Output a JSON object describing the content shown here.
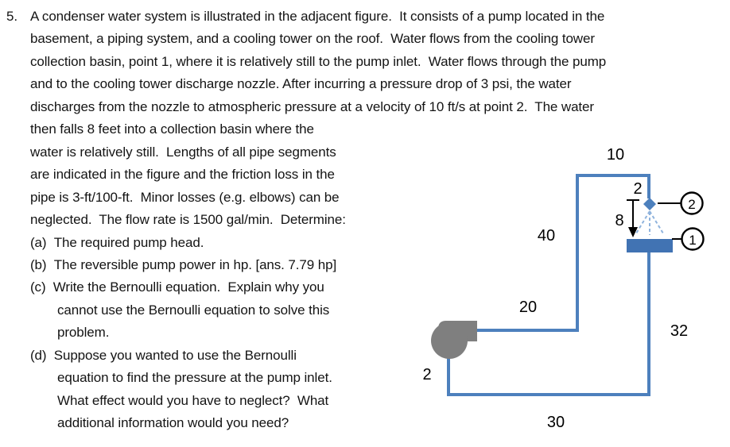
{
  "problem": {
    "number": "5.",
    "lines": [
      "A condenser water system is illustrated in the adjacent figure.  It consists of a pump located in the",
      "basement, a piping system, and a cooling tower on the roof.  Water flows from the cooling tower",
      "collection basin, point 1, where it is relatively still to the pump inlet.  Water flows through the pump",
      "and to the cooling tower discharge nozzle. After incurring a pressure drop of 3 psi, the water",
      "discharges from the nozzle to atmospheric pressure at a velocity of 10 ft/s at point 2.  The water",
      "then falls 8 feet into a collection basin where the",
      "water is relatively still.  Lengths of all pipe segments",
      "are indicated in the figure and the friction loss in the",
      "pipe is 3-ft/100-ft.  Minor losses (e.g. elbows) can be",
      "neglected.  The flow rate is 1500 gal/min.  Determine:",
      "(a)  The required pump head.",
      "(b)  The reversible pump power in hp. [ans. 7.79 hp]",
      "(c)  Write the Bernoulli equation.  Explain why you",
      "cannot use the Bernoulli equation to solve this",
      "problem.",
      "(d)  Suppose you wanted to use the Bernoulli",
      "equation to find the pressure at the pump inlet.",
      "What effect would you have to neglect?  What",
      "additional information would you need?"
    ]
  },
  "diagram": {
    "pipe_lengths": {
      "top_run": "10",
      "nozzle_drop": "2",
      "fall_height": "8",
      "riser": "40",
      "discharge_run": "20",
      "return_riser": "32",
      "pump_inlet": "2",
      "bottom_run": "30"
    },
    "points": {
      "outlet": "2",
      "basin": "1"
    },
    "colors": {
      "pipe": "#4d80bd",
      "basin": "#4173b3",
      "pump": "#7f7f7f",
      "spray": "#8fb3dd",
      "ink": "#000000"
    }
  }
}
